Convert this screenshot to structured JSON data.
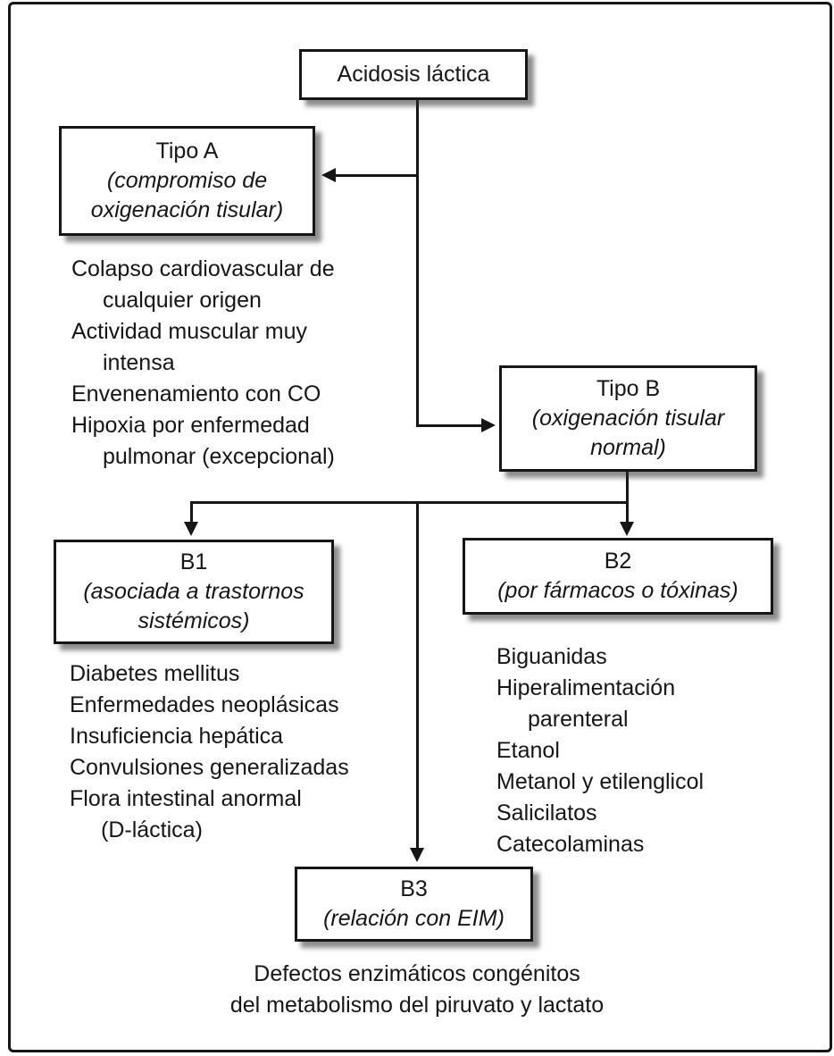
{
  "colors": {
    "background": "#ffffff",
    "line_and_border": "#161616",
    "box_fill": "#ffffff",
    "text": "#161616",
    "shadow": "#4b4b4b"
  },
  "nodes": {
    "root": {
      "title": "Acidosis láctica"
    },
    "tipo_a": {
      "title": "Tipo A",
      "subtitle": "(compromiso de oxigenación tisular)"
    },
    "tipo_b": {
      "title": "Tipo B",
      "subtitle": "(oxigenación tisular normal)"
    },
    "b1": {
      "title": "B1",
      "subtitle": "(asociada a trastornos sistémicos)"
    },
    "b2": {
      "title": "B2",
      "subtitle": "(por fármacos o tóxinas)"
    },
    "b3": {
      "title": "B3",
      "subtitle": "(relación con EIM)"
    }
  },
  "lists": {
    "tipo_a": {
      "lines": [
        "Colapso cardiovascular de",
        "cualquier origen",
        "Actividad muscular muy",
        "intensa",
        "Envenenamiento con CO",
        "Hipoxia por enfermedad",
        "pulmonar (excepcional)"
      ]
    },
    "b1": {
      "lines": [
        "Diabetes mellitus",
        "Enfermedades neoplásicas",
        "Insuficiencia hepática",
        "Convulsiones generalizadas",
        "Flora intestinal anormal",
        "(D-láctica)"
      ]
    },
    "b2": {
      "lines": [
        "Biguanidas",
        "Hiperalimentación",
        "parenteral",
        "Etanol",
        "Metanol y etilenglicol",
        "Salicilatos",
        "Catecolaminas"
      ]
    }
  },
  "caption_b3": {
    "lines": [
      "Defectos enzimáticos congénitos",
      "del metabolismo del piruvato y lactato"
    ]
  }
}
